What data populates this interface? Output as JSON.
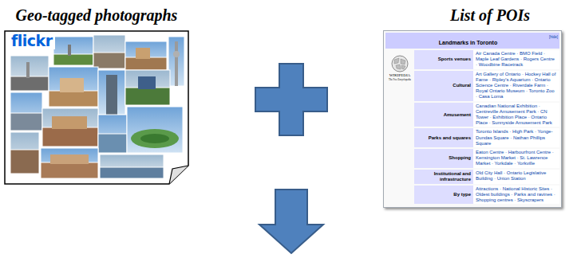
{
  "diagram": {
    "nodes": [
      {
        "text": [
          "Geo-tagged photographs",
          "flickr"
        ]
      },
      {
        "text": [
          "List of POIs"
        ]
      }
    ],
    "labels": [
      "Landmarks in Toronto",
      "[hide]",
      "WIKIPEDIA",
      "The Free Encyclopedia",
      "Sports venues",
      "Air Canada Centre · BMO Field · Maple Leaf Gardens · Rogers Centre · Woodbine Racetrack",
      "Cultural",
      "Art Gallery of Ontario · Hockey Hall of Fame · Ripley's Aquarium · Ontario Science Centre · Riverdale Farm · Royal Ontario Museum · Toronto Zoo · Casa Loma",
      "Amusement",
      "Canadian National Exhibition · Centreville Amusement Park · CN Tower · Exhibition Place · Ontario Place · Sunnyside Amusement Park",
      "Parks and squares",
      "Toronto Islands · High Park · Yonge-Dundas Square · Nathan Phillips Square",
      "Shopping",
      "Eaton Centre · Harbourfront Centre · Kensington Market · St. Lawrence Market · Yorkdale · Yorkville",
      "Institutional and infrastructure",
      "Old City Hall · Ontario Legislative Building · Union Station",
      "By type",
      "Attractions · National Historic Sites · Oldest buildings · Parks and ravines · Shopping centres · Skyscrapers"
    ]
  }
}
